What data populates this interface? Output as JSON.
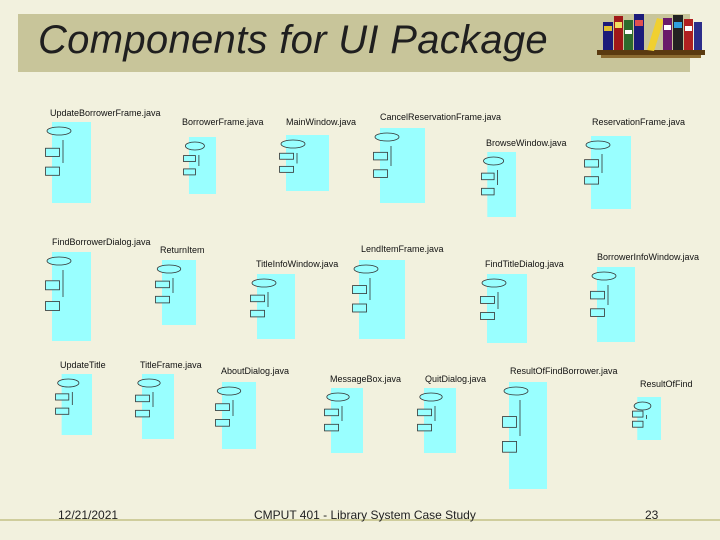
{
  "slide": {
    "title": "Components for UI Package",
    "footer": {
      "date": "12/21/2021",
      "course": "CMPUT 401 - Library System Case Study",
      "page": "23"
    }
  },
  "components": [
    {
      "label": "UpdateBorrowerFrame.java"
    },
    {
      "label": "BorrowerFrame.java"
    },
    {
      "label": "MainWindow.java"
    },
    {
      "label": "CancelReservationFrame.java"
    },
    {
      "label": "BrowseWindow.java"
    },
    {
      "label": "ReservationFrame.java"
    },
    {
      "label": "FindBorrowerDialog.java"
    },
    {
      "label": "ReturnItem"
    },
    {
      "label": "TitleInfoWindow.java"
    },
    {
      "label": "LendItemFrame.java"
    },
    {
      "label": "FindTitleDialog.java"
    },
    {
      "label": "BorrowerInfoWindow.java"
    },
    {
      "label": "UpdateTitle"
    },
    {
      "label": "TitleFrame.java"
    },
    {
      "label": "AboutDialog.java"
    },
    {
      "label": "MessageBox.java"
    },
    {
      "label": "QuitDialog.java"
    },
    {
      "label": "ResultOfFindBorrower.java"
    },
    {
      "label": "ResultOfFind"
    }
  ],
  "colors": {
    "background": "#f2f1de",
    "title_bar": "#c8c59a",
    "component_fill": "#99ffff",
    "component_stroke": "#333333"
  },
  "icons": [
    "books-shelf-icon",
    "component-icon"
  ]
}
